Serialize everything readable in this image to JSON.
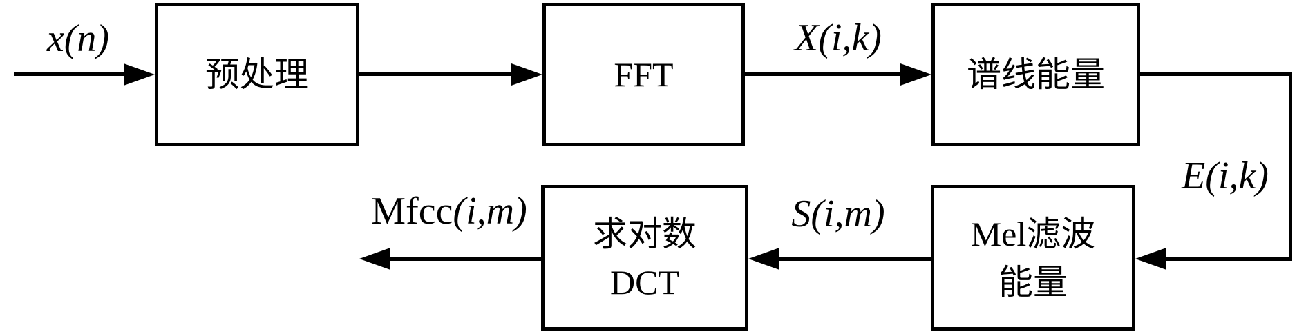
{
  "boxes": {
    "preprocess": {
      "lines": [
        "预处理"
      ]
    },
    "fft": {
      "lines": [
        "FFT"
      ]
    },
    "spectral_energy": {
      "lines": [
        "谱线能量"
      ]
    },
    "log_dct": {
      "lines": [
        "求对数",
        "DCT"
      ]
    },
    "mel_filter": {
      "lines": [
        "Mel滤波",
        "能量"
      ]
    }
  },
  "signals": {
    "input": {
      "prefix": "",
      "math": "x(n)"
    },
    "fft_output": {
      "prefix": "",
      "math": "X(i,k)"
    },
    "spectral_output": {
      "prefix": "",
      "math": "E(i,k)"
    },
    "mel_output": {
      "prefix": "",
      "math": "S(i,m)"
    },
    "output": {
      "prefix": "Mfcc",
      "math": "(i,m)"
    }
  },
  "colors": {
    "stroke": "#000000",
    "background": "#ffffff"
  }
}
